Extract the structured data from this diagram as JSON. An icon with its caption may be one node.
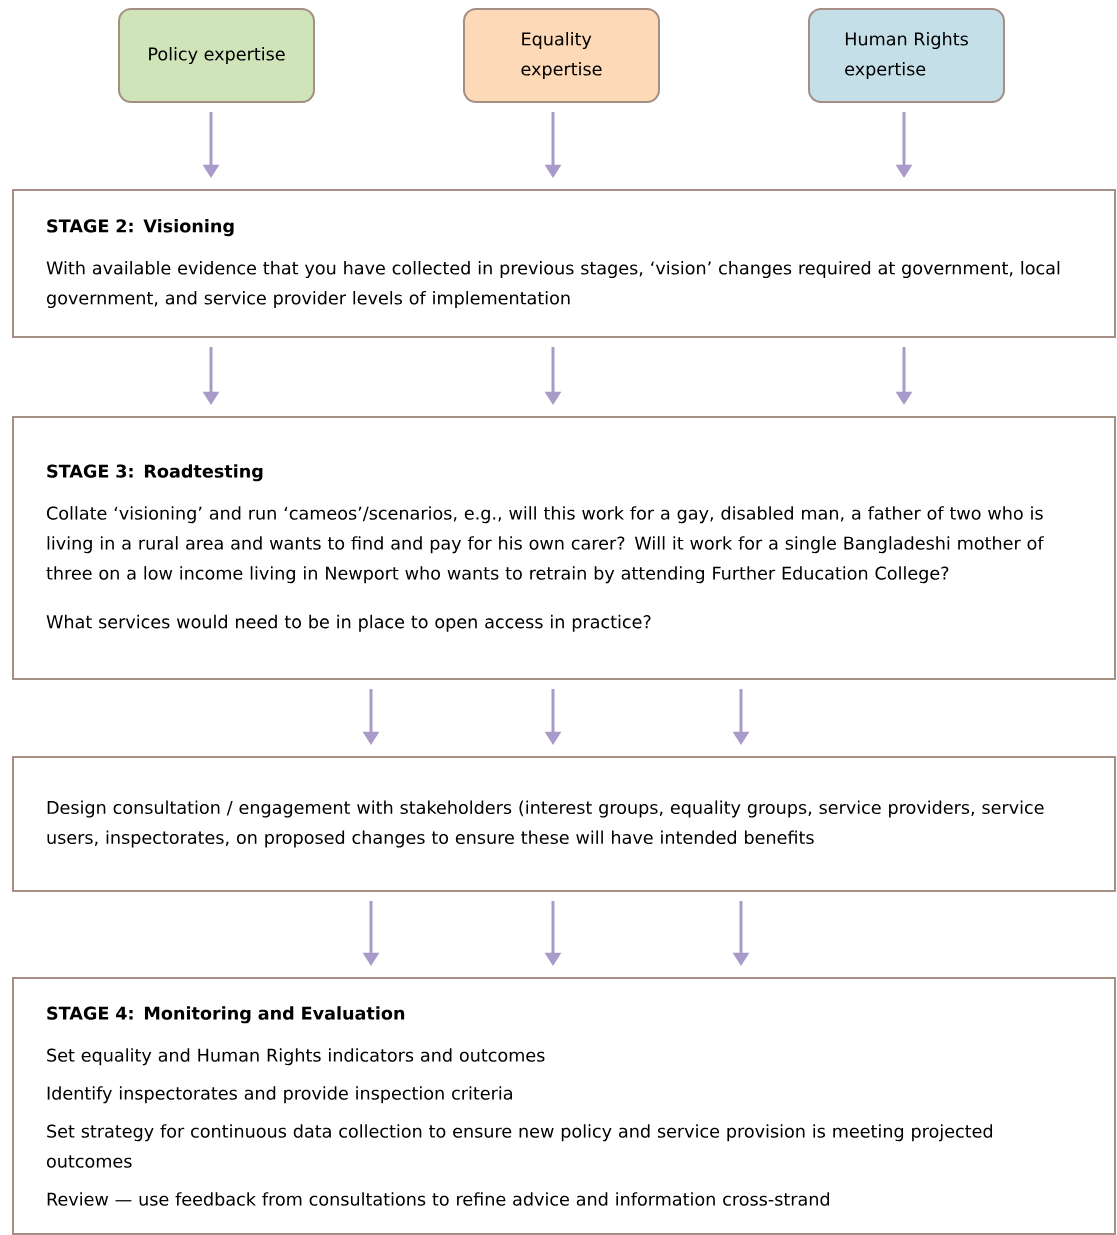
{
  "diagram": {
    "nodes": [
      {
        "text": [
          "Policy expertise"
        ]
      },
      {
        "text": [
          "Equality expertise"
        ]
      },
      {
        "text": [
          "Human Rights expertise"
        ]
      },
      {
        "text": [
          "STAGE 2: Visioning",
          "With available evidence that you have collected in previous stages, ‘vision’ changes required at government, local government, and service provider levels of implementation"
        ]
      },
      {
        "text": [
          "STAGE 3: Roadtesting",
          "Collate ‘visioning’ and run ‘cameos’/scenarios, e.g., will this work for a gay, disabled man, a father of two who is living in a rural area and wants to find and pay for his own carer? Will it work for a single Bangladeshi mother of three on a low income living in Newport who wants to retrain by attending Further Education College?",
          "What services would need to be in place to open access in practice?"
        ]
      },
      {
        "text": [
          "Design consultation / engagement with stakeholders (interest groups, equality groups, service providers, service users, inspectorates, on proposed changes to ensure these will have intended benefits"
        ]
      },
      {
        "text": [
          "STAGE 4: Monitoring and Evaluation",
          "Set equality and Human Rights indicators and outcomes",
          "Identify inspectorates and provide inspection criteria",
          "Set strategy for continuous data collection to ensure new policy and service provision is meeting projected outcomes",
          "Review — use feedback from consultations to refine advice and information cross-strand"
        ]
      }
    ],
    "edges": [
      {
        "from": 0,
        "to": 3,
        "arrow": "to"
      },
      {
        "from": 1,
        "to": 3,
        "arrow": "to"
      },
      {
        "from": 2,
        "to": 3,
        "arrow": "to"
      },
      {
        "from": 3,
        "to": 4,
        "arrow": "to"
      },
      {
        "from": 3,
        "to": 4,
        "arrow": "to"
      },
      {
        "from": 3,
        "to": 4,
        "arrow": "to"
      },
      {
        "from": 4,
        "to": 5,
        "arrow": "to"
      },
      {
        "from": 4,
        "to": 5,
        "arrow": "to"
      },
      {
        "from": 4,
        "to": 5,
        "arrow": "to"
      },
      {
        "from": 5,
        "to": 6,
        "arrow": "to"
      },
      {
        "from": 5,
        "to": 6,
        "arrow": "to"
      },
      {
        "from": 5,
        "to": 6,
        "arrow": "to"
      }
    ]
  }
}
